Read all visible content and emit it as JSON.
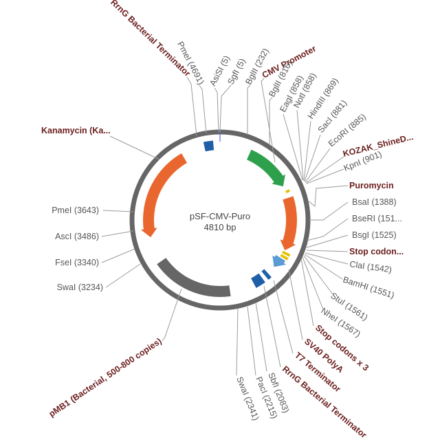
{
  "map": {
    "name": "pSF-CMV-Puro",
    "size_label": "4810 bp",
    "length_bp": 4810
  },
  "colors": {
    "backbone": "#666666",
    "kanamycin": "#e9672e",
    "cmv_promoter": "#2ea04c",
    "puromycin": "#e9672e",
    "sv40": "#5b9bd5",
    "terminator": "#1f5fa8",
    "pmb1": "#666666",
    "small_feature": "#e3c000",
    "feature_text": "#6b1d1d",
    "site_text": "#555555"
  },
  "features": [
    {
      "id": "kanamycin",
      "label": "Kanamycin (Ka...",
      "color": "#e9672e",
      "arrow": "ccw"
    },
    {
      "id": "cmv",
      "label": "CMV Promoter",
      "color": "#2ea04c",
      "arrow": "cw"
    },
    {
      "id": "kozak",
      "label": "KOZAK_ShineD...",
      "color": "#e3c000",
      "arrow": "none"
    },
    {
      "id": "puromycin",
      "label": "Puromycin",
      "color": "#e9672e",
      "arrow": "cw"
    },
    {
      "id": "stop1",
      "label": "Stop codon...",
      "color": "#e3c000",
      "arrow": "none"
    },
    {
      "id": "stop3",
      "label": "Stop codons x 3",
      "color": "#e3c000",
      "arrow": "none"
    },
    {
      "id": "sv40",
      "label": "SV40 PolyA",
      "color": "#5b9bd5",
      "arrow": "cw"
    },
    {
      "id": "t7term",
      "label": "T7 Terminator",
      "color": "#1f5fa8",
      "arrow": "none"
    },
    {
      "id": "rrng2",
      "label": "RrnG Bacterial Terminator",
      "color": "#1f5fa8",
      "arrow": "none"
    },
    {
      "id": "pmb1",
      "label": "pMB1 (Bacterial, 500-800 copies)",
      "color": "#666666",
      "arrow": "none"
    },
    {
      "id": "rrng1",
      "label": "RrnG Bacterial Terminator",
      "color": "#1f5fa8",
      "arrow": "none"
    }
  ],
  "sites": [
    {
      "label": "SgfI (5)"
    },
    {
      "label": "BglII (232)"
    },
    {
      "label": "AsiSI (5)"
    },
    {
      "label": "PmeI (4691)"
    },
    {
      "label": "BglII (816)"
    },
    {
      "label": "EagI (858)"
    },
    {
      "label": "NotI (858)"
    },
    {
      "label": "HindIII (869)"
    },
    {
      "label": "SacI (881)"
    },
    {
      "label": "EcoRI (885)"
    },
    {
      "label": "KpnI (901)"
    },
    {
      "label": "BsaI (1388)"
    },
    {
      "label": "BseRI (151..."
    },
    {
      "label": "BsgI (1525)"
    },
    {
      "label": "ClaI (1542)"
    },
    {
      "label": "BamHI (1551)"
    },
    {
      "label": "StuI (1561)"
    },
    {
      "label": "NheI (1567)"
    },
    {
      "label": "SwaI (2341)"
    },
    {
      "label": "PacI (2215)"
    },
    {
      "label": "SbfI (2083)"
    },
    {
      "label": "PmeI (3643)"
    },
    {
      "label": "AscI (3486)"
    },
    {
      "label": "FseI (3340)"
    },
    {
      "label": "SwaI (3234)"
    }
  ]
}
